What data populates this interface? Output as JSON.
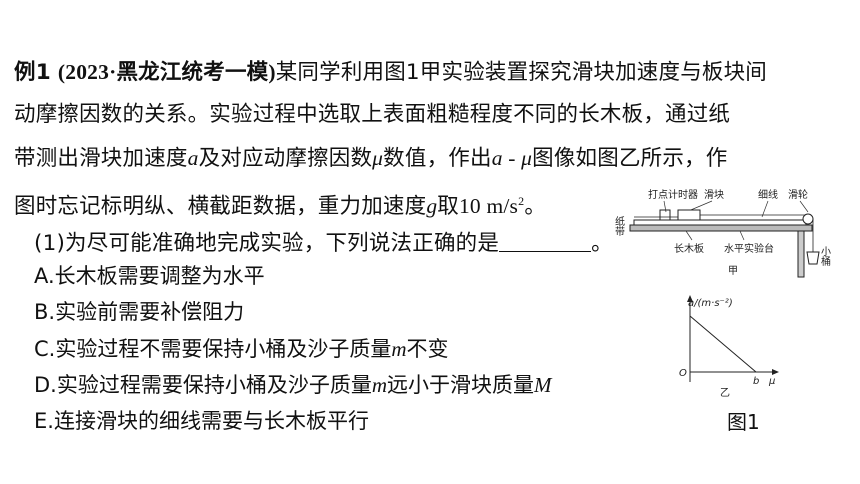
{
  "question": {
    "label": "例1",
    "source": "(2023·黑龙江统考一模)",
    "line1": "某同学利用图1甲实验装置探究滑块加速度与板块间",
    "line2": "动摩擦因数的关系。实验过程中选取上表面粗糙程度不同的长木板，通过纸",
    "line3a": "带测出滑块加速度",
    "var_a": "a",
    "line3b": "及对应动摩擦因数",
    "var_mu": "μ",
    "line3c": "数值，作出",
    "line3d": "a - μ",
    "line3e": "图像如图乙所示，作",
    "line4a": "图时忘记标明纵、横截距数据，重力加速度",
    "var_g": "g",
    "line4b": "取10 m/s",
    "sup2": "2",
    "line4c": "。",
    "sub1a": "(1)为尽可能准确地完成实验，下列说法正确的是",
    "sub1b": "。"
  },
  "options": [
    {
      "text": "A.长木板需要调整为水平"
    },
    {
      "text": "B.实验前需要补偿阻力"
    },
    {
      "pre": "C.实验过程不需要保持小桶及沙子质量",
      "var": "m",
      "post": "不变"
    },
    {
      "pre": "D.实验过程需要保持小桶及沙子质量",
      "var": "m",
      "mid": "远小于滑块质量",
      "var2": "M"
    },
    {
      "text": "E.连接滑块的细线需要与长木板平行"
    }
  ],
  "figure_jia": {
    "timer": "打点计时器",
    "slider": "滑块",
    "string": "细线",
    "pulley": "滑轮",
    "tape": "纸带",
    "board": "长木板",
    "table": "水平实验台",
    "bucket": "小桶",
    "caption": "甲"
  },
  "figure_yi": {
    "ylabel": "a/(m·s⁻²)",
    "origin": "O",
    "b_label": "b",
    "xlabel": "μ",
    "caption": "乙"
  },
  "figure_caption": "图1"
}
